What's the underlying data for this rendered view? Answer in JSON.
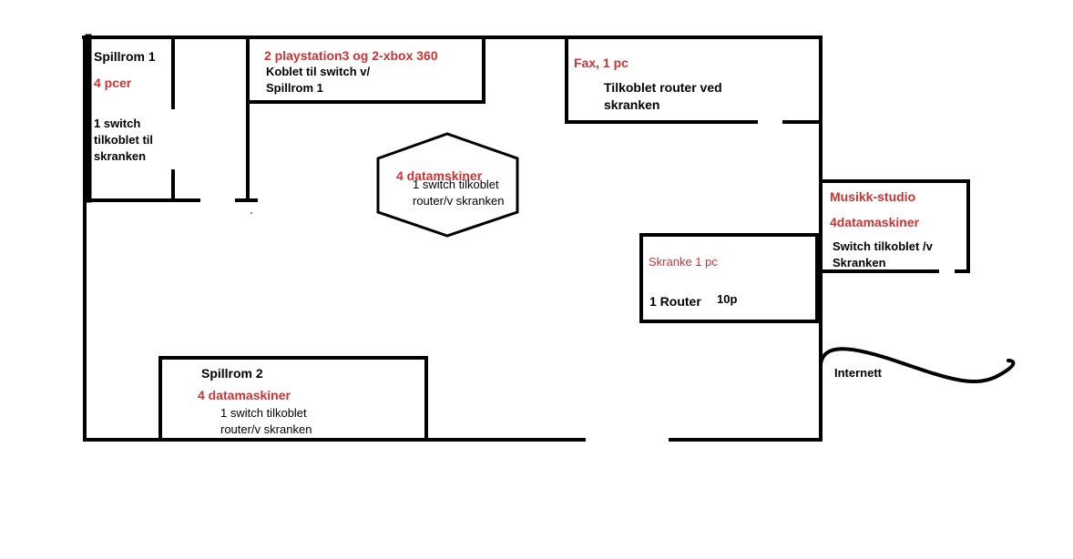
{
  "colors": {
    "accent": "#cc3333",
    "ink": "#000000",
    "background": "#ffffff"
  },
  "rooms": {
    "spillrom1": {
      "title": "Spillrom 1",
      "count": "4 pcer",
      "desc": [
        "1 switch",
        "tilkoblet til",
        "skranken"
      ]
    },
    "consoles": {
      "title": "2 playstation3 og 2-xbox 360",
      "desc": [
        "Koblet til switch v/",
        "Spillrom 1"
      ]
    },
    "fax": {
      "title": "Fax, 1 pc",
      "desc": [
        "Tilkoblet router ved",
        "skranken"
      ]
    },
    "hexagon": {
      "count": "4 datamskiner",
      "desc": [
        "1 switch tilkoblet",
        "router/v skranken"
      ]
    },
    "musikk": {
      "title": "Musikk-studio",
      "count": "4datamaskiner",
      "desc": [
        "Switch tilkoblet /v",
        "Skranken"
      ]
    },
    "skranke": {
      "title": "Skranke 1 pc",
      "router": "1 Router",
      "ports": "10p"
    },
    "spillrom2": {
      "title": "Spillrom 2",
      "count": "4 datamaskiner",
      "desc": [
        "1 switch tilkoblet",
        "router/v skranken"
      ]
    }
  },
  "internet": {
    "label": "Internett"
  }
}
